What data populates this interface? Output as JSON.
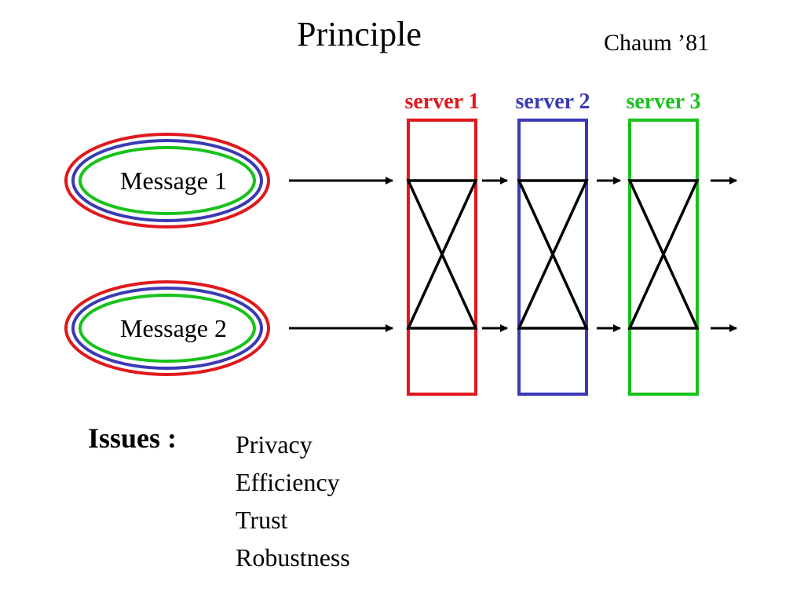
{
  "title": "Principle",
  "citation": "Chaum ’81",
  "colors": {
    "server1": "#e0181c",
    "server2": "#3a3ab6",
    "server3": "#17c21a",
    "arrow": "#000000"
  },
  "servers": [
    {
      "label": "server 1",
      "color": "#e0181c"
    },
    {
      "label": "server 2",
      "color": "#3a3ab6"
    },
    {
      "label": "server 3",
      "color": "#17c21a"
    }
  ],
  "messages": [
    {
      "label": "Message 1"
    },
    {
      "label": "Message 2"
    }
  ],
  "issues": {
    "label": "Issues :",
    "items": [
      "Privacy",
      "Efficiency",
      "Trust",
      "Robustness"
    ]
  }
}
